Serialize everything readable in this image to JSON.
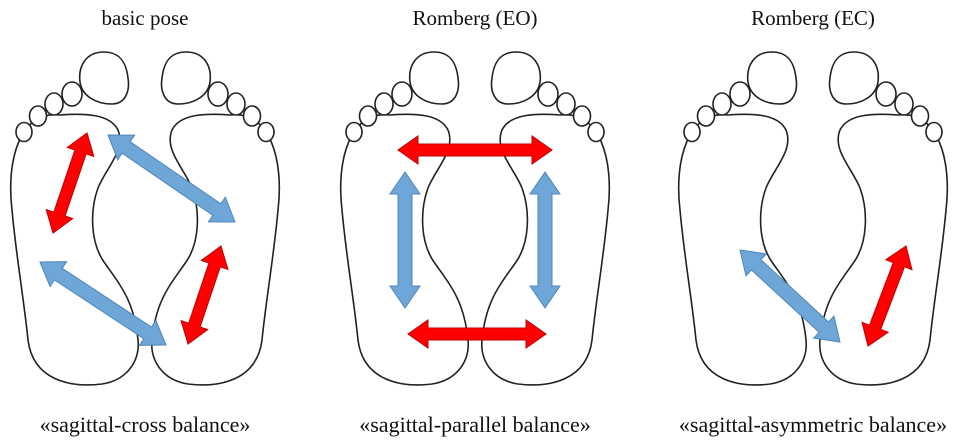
{
  "colors": {
    "red_arrow": "#ff0000",
    "blue_arrow": "#6fa6d8",
    "outline": "#222222"
  },
  "panels": [
    {
      "title": "basic pose",
      "caption": "«sagittal-cross balance»"
    },
    {
      "title": "Romberg (EO)",
      "caption": "«sagittal-parallel balance»"
    },
    {
      "title": "Romberg (EC)",
      "caption": "«sagittal-asymmetric balance»"
    }
  ]
}
